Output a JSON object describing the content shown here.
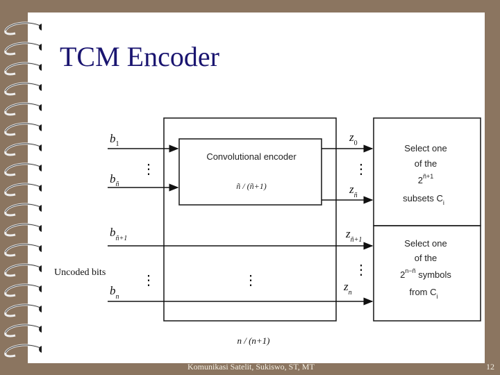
{
  "slide": {
    "title": "TCM Encoder",
    "footer": "Komunikasi Satelit, Sukiswo, ST, MT",
    "page_number": "12"
  },
  "diagram": {
    "inputs": {
      "b1": "b",
      "b1_sub": "1",
      "bn_tilde": "b",
      "bn_tilde_sub": "ñ",
      "bn1": "b",
      "bn1_sub": "ñ+1",
      "bn": "b",
      "bn_sub": "n"
    },
    "outputs": {
      "z0": "z",
      "z0_sub": "0",
      "zn_tilde": "z",
      "zn_tilde_sub": "ñ",
      "zn1": "z",
      "zn1_sub": "ñ+1",
      "zn": "z",
      "zn_sub": "n"
    },
    "conv_encoder_label": "Convolutional encoder",
    "conv_rate": "ñ / (ñ+1)",
    "overall_rate": "n / (n+1)",
    "uncoded_label": "Uncoded bits",
    "select_subset": {
      "line1": "Select one",
      "line2": "of the",
      "line3_base": "2",
      "line3_exp": "ñ+1",
      "line4": "subsets C",
      "line4_sub": "i"
    },
    "select_symbol": {
      "line1": "Select one",
      "line2": "of the",
      "line3_base": "2",
      "line3_exp": "n−ñ",
      "line3_rest": " symbols",
      "line4": "from C",
      "line4_sub": "i"
    },
    "dots": "⋮"
  }
}
